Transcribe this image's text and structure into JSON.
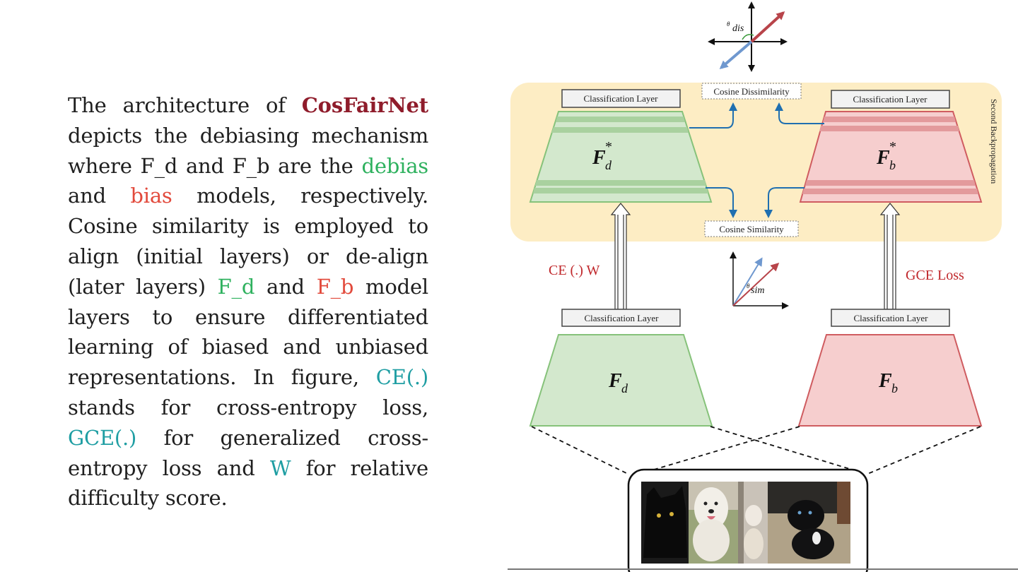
{
  "paragraph": {
    "t1": "The architecture of ",
    "brand": "CosFairNet",
    "t2": " depicts the debiasing mechanism where  F_d  and F_b are the ",
    "debias": "debias",
    "t3": " and ",
    "bias": "bias",
    "t4": " models, respectively. Cosine similarity is employed to align (initial layers) or de-align (later layers) ",
    "fd": "F_d",
    "t5": " and ",
    "fb": "F_b",
    "t6": "  model layers to ensure differentiated learning of biased and unbiased representations. In figure, ",
    "ce": "CE(.)",
    "t7": " stands for cross-entropy loss, ",
    "gce": "GCE(.)",
    "t8": " for generalized cross-entropy loss and ",
    "w": "W",
    "t9": " for relative difficulty score."
  },
  "diagram": {
    "theta_dis": "dis",
    "theta_sim": "sim",
    "cosine_dissimilarity": "Cosine Dissimilarity",
    "cosine_similarity": "Cosine Similarity",
    "classification_layer": "Classification Layer",
    "second_backprop": "Second Backpropagation",
    "fd_star_base": "F",
    "fd_star_sub": "d",
    "fb_star_base": "F",
    "fb_star_sub": "b",
    "star": "*",
    "fd_base": "F",
    "fd_sub": "d",
    "fb_base": "F",
    "fb_sub": "b",
    "ce_loss": "CE (.) W",
    "gce_loss": "GCE Loss"
  },
  "colors": {
    "brand": "#8f1c2b",
    "debias_green": "#2eb15e",
    "bias_red": "#e24a3c",
    "teal": "#1f9ea3",
    "panel_yellow": "#fdedc4",
    "green_fill": "#d3e8cd",
    "green_stroke": "#86c27a",
    "red_fill": "#f6cece",
    "red_stroke": "#cf5c60",
    "arrow_blue": "#1f6fb0",
    "loss_red": "#c0282c"
  }
}
